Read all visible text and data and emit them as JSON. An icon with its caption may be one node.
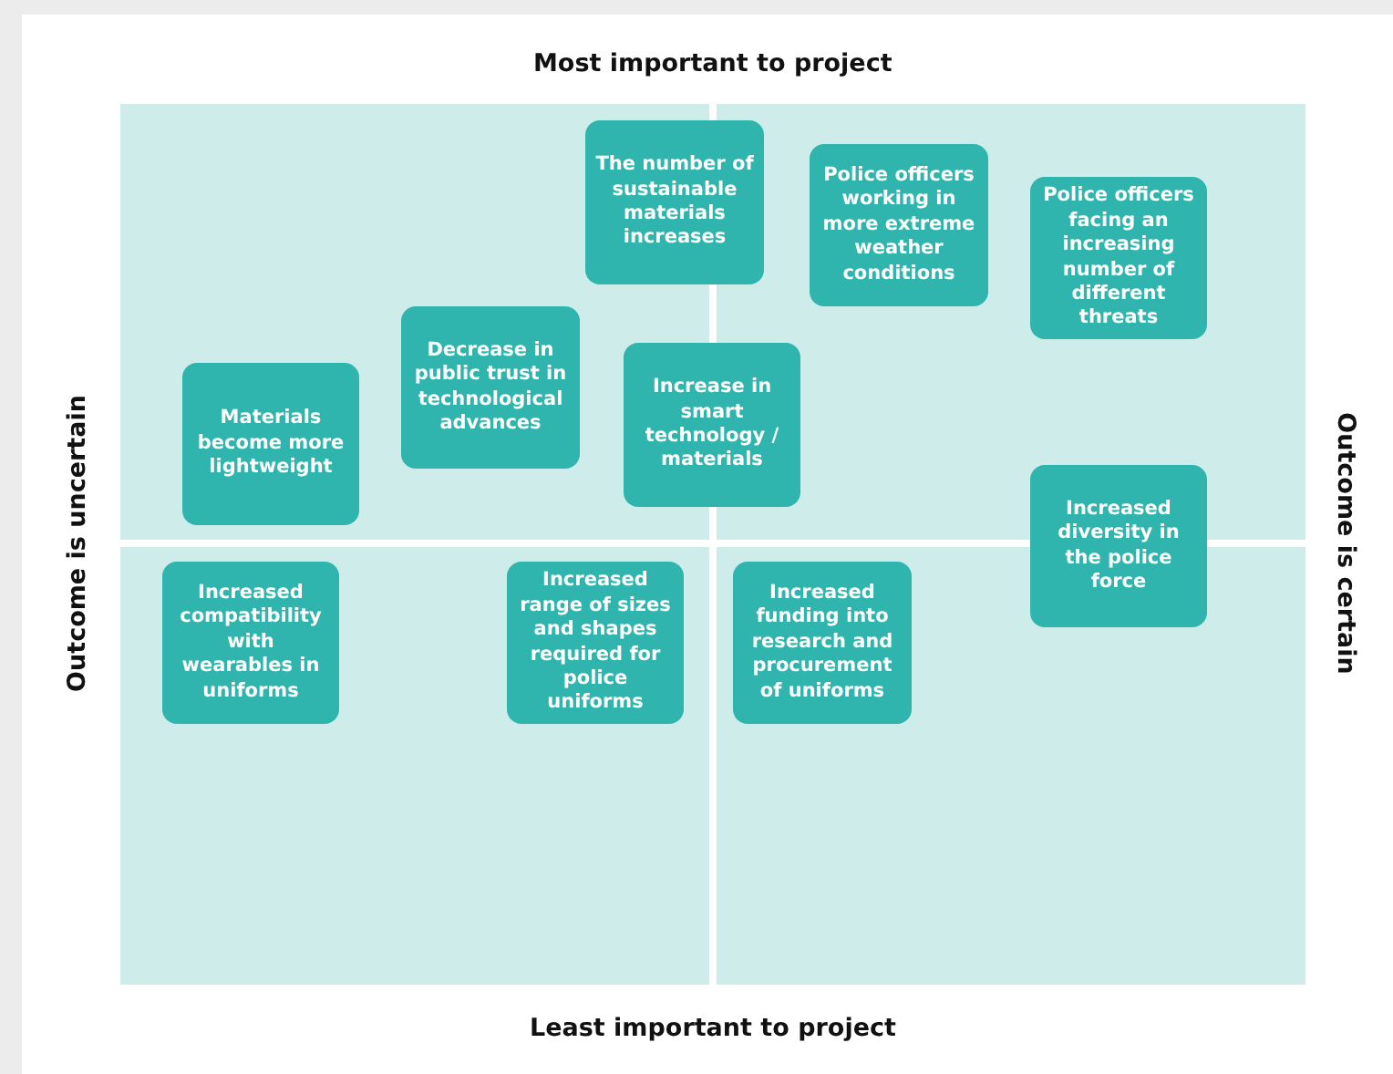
{
  "diagram": {
    "nodes": [
      {
        "text": [
          "The number of sustainable materials increases"
        ]
      },
      {
        "text": [
          "Police officers working in more extreme weather conditions"
        ]
      },
      {
        "text": [
          "Police officers facing an increasing number of different threats"
        ]
      },
      {
        "text": [
          "Decrease in public trust in technological advances"
        ]
      },
      {
        "text": [
          "Materials become more lightweight"
        ]
      },
      {
        "text": [
          "Increase in smart technology / materials"
        ]
      },
      {
        "text": [
          "Increased diversity in the police force"
        ]
      },
      {
        "text": [
          "Increased compatibility with wearables in uniforms"
        ]
      },
      {
        "text": [
          "Increased range of sizes and shapes required for police uniforms"
        ]
      },
      {
        "text": [
          "Increased funding into research and procurement of uniforms"
        ]
      }
    ],
    "edges": [],
    "labels": [
      "Most important to project",
      "Outcome is uncertain",
      "Outcome is certain",
      "Least important to project"
    ]
  }
}
